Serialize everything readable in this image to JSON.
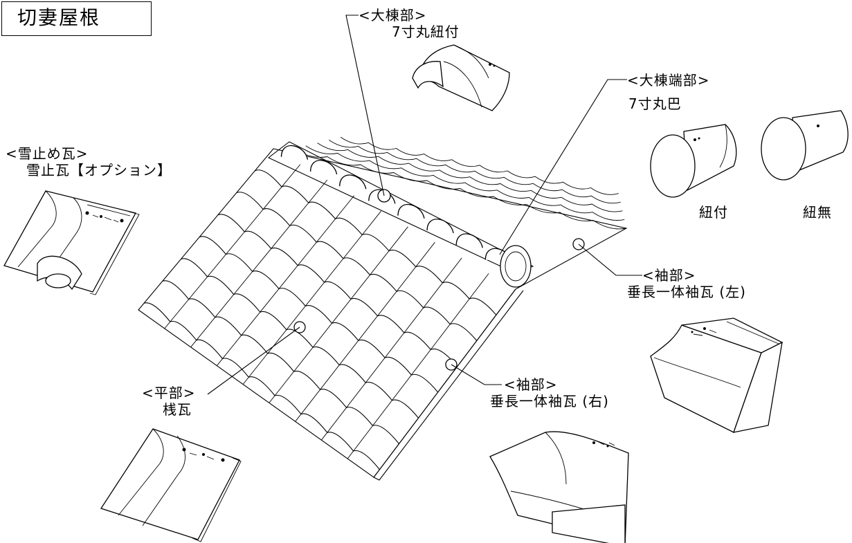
{
  "title": "切妻屋根",
  "labels": {
    "ridge": {
      "heading": "<大棟部>",
      "name": "7寸丸紐付"
    },
    "ridge_end": {
      "heading": "<大棟端部>",
      "name": "7寸丸巴"
    },
    "ridge_end_variant_a": "紐付",
    "ridge_end_variant_b": "紐無",
    "snow_stop": {
      "heading": "<雪止め瓦>",
      "name": "雪止瓦【オプション】"
    },
    "sleeve_left": {
      "heading": "<袖部>",
      "name": "垂長一体袖瓦 (左)"
    },
    "sleeve_right": {
      "heading": "<袖部>",
      "name": "垂長一体袖瓦 (右)"
    },
    "flat": {
      "heading": "<平部>",
      "name": "桟瓦"
    }
  },
  "icons": [
    "ridge-tile",
    "ridge-end-tile-with-cord",
    "ridge-end-tile-plain",
    "snow-stop-tile",
    "gable-roof",
    "sleeve-tile-left",
    "sleeve-tile-right",
    "flat-tile"
  ]
}
